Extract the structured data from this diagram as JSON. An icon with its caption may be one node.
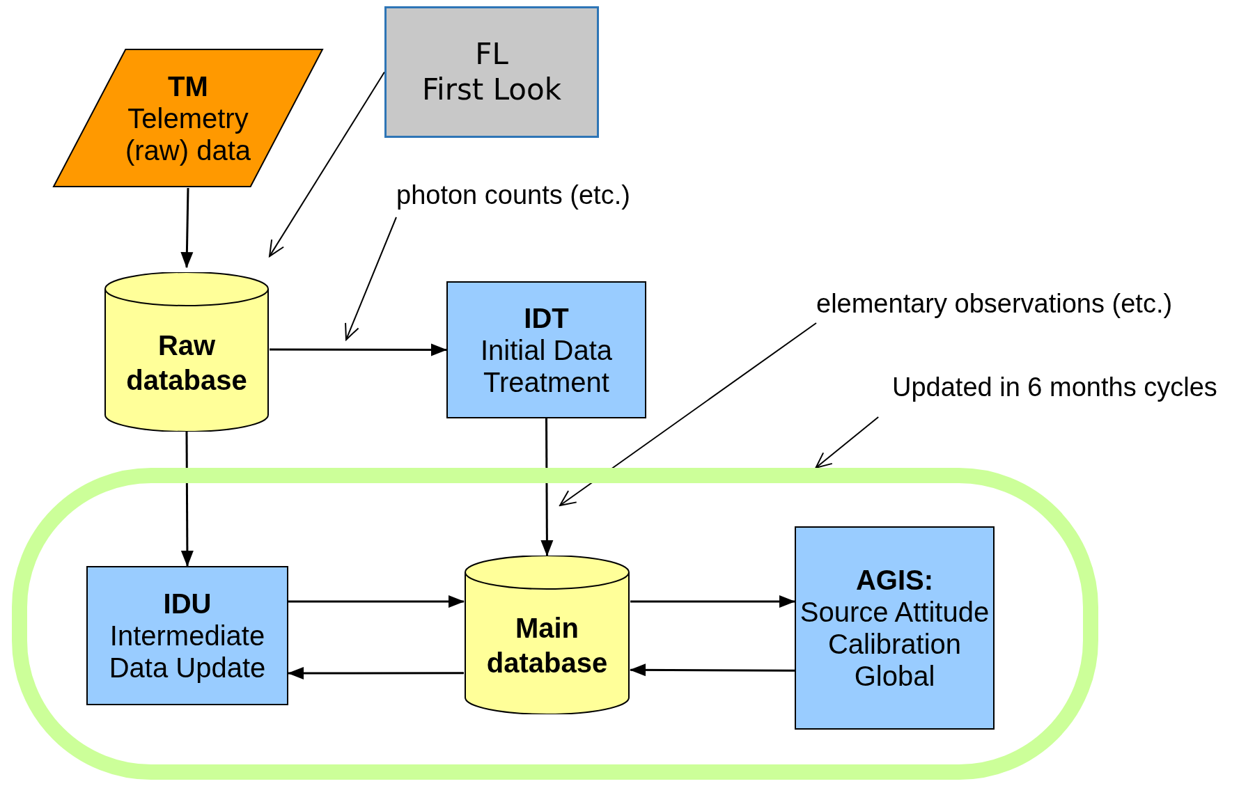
{
  "diagram": {
    "nodes": [
      {
        "text": [
          "TM",
          "Telemetry (raw) data"
        ]
      },
      {
        "text": [
          "FL",
          "First Look"
        ]
      },
      {
        "text": [
          "Raw database"
        ]
      },
      {
        "text": [
          "IDT",
          "Initial Data Treatment"
        ]
      },
      {
        "text": [
          "photon counts (etc.)"
        ]
      },
      {
        "text": [
          "elementary observations (etc.)"
        ]
      },
      {
        "text": [
          "Updated in 6 months cycles"
        ]
      },
      {
        "text": [],
        "shape": "box"
      },
      {
        "text": [
          "IDU",
          "Intermediate Data Update"
        ],
        "in": 7
      },
      {
        "text": [
          "Main database"
        ],
        "in": 7
      },
      {
        "text": [
          "AGIS:",
          "Source Attitude Calibration Global"
        ],
        "in": 7
      }
    ],
    "edges": [
      {
        "from": 0,
        "to": 2,
        "arrow": "to"
      },
      {
        "from": 1,
        "to": 2,
        "arrow": "to"
      },
      {
        "from": 2,
        "to": 3,
        "arrow": "to"
      },
      {
        "from": 4,
        "to": null,
        "arrow": "to"
      },
      {
        "from": 2,
        "to": 8,
        "arrow": "to"
      },
      {
        "from": 3,
        "to": 9,
        "arrow": "to"
      },
      {
        "from": 5,
        "to": null,
        "arrow": "to"
      },
      {
        "from": 6,
        "to": 7,
        "arrow": "to"
      },
      {
        "from": 8,
        "to": 9,
        "arrow": "to"
      },
      {
        "from": 9,
        "to": 8,
        "arrow": "to"
      },
      {
        "from": 9,
        "to": 10,
        "arrow": "to"
      },
      {
        "from": 10,
        "to": 9,
        "arrow": "to"
      }
    ]
  }
}
